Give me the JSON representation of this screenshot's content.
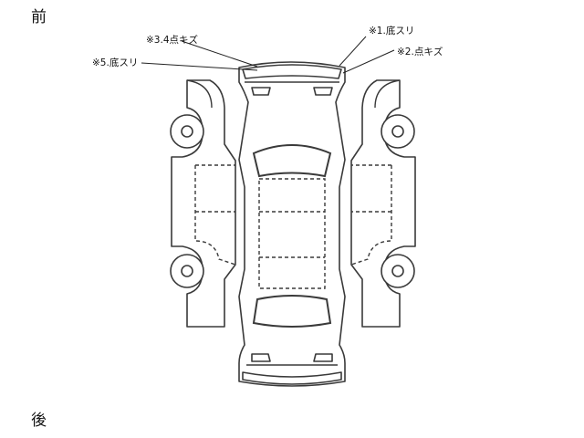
{
  "labels": {
    "front": "前",
    "rear": "後"
  },
  "damage_notes": [
    {
      "id": "note-1",
      "text": "※1.底スリ"
    },
    {
      "id": "note-2",
      "text": "※2.点キズ"
    },
    {
      "id": "note-34",
      "text": "※3.4点キズ"
    },
    {
      "id": "note-5",
      "text": "※5.底スリ"
    }
  ],
  "colors": {
    "outline": "#3a3a3a",
    "text": "#111111",
    "background": "#ffffff"
  }
}
